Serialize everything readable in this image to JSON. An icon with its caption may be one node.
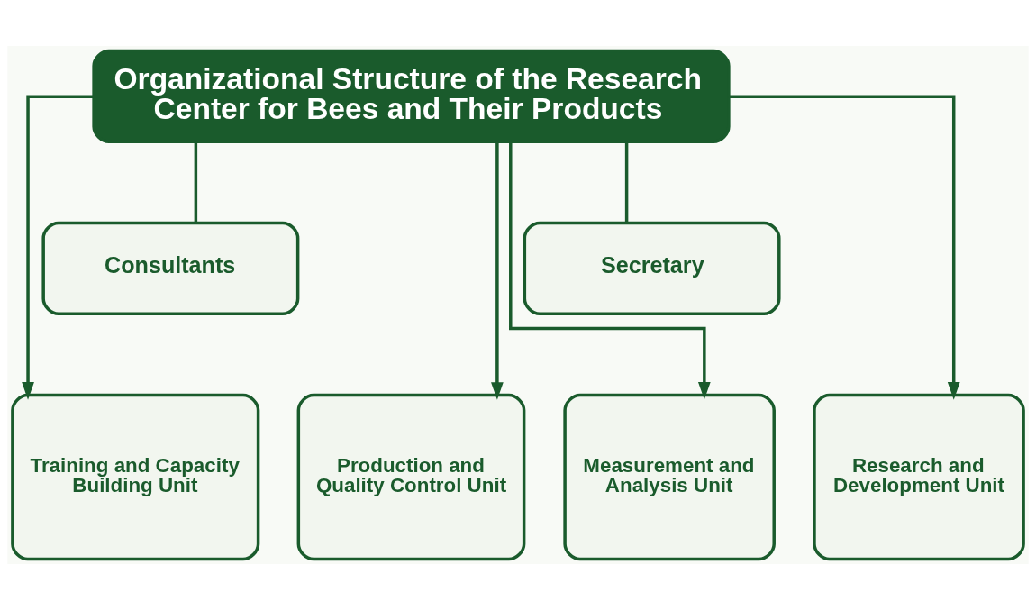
{
  "diagram": {
    "nodes": [
      {
        "text": [
          "Organizational Structure of the Research Center for Bees and Their Products"
        ]
      },
      {
        "text": [
          "Consultants"
        ]
      },
      {
        "text": [
          "Secretary"
        ]
      },
      {
        "text": [
          "Training and Capacity Building Unit"
        ]
      },
      {
        "text": [
          "Production and Quality Control Unit"
        ]
      },
      {
        "text": [
          "Measurement and Analysis Unit"
        ]
      },
      {
        "text": [
          "Research and Development Unit"
        ]
      }
    ],
    "edges": [
      {
        "from": 0,
        "to": 1,
        "arrow": "none"
      },
      {
        "from": 0,
        "to": 2,
        "arrow": "none"
      },
      {
        "from": 0,
        "to": 3,
        "arrow": "to"
      },
      {
        "from": 0,
        "to": 4,
        "arrow": "to"
      },
      {
        "from": 0,
        "to": 5,
        "arrow": "to"
      },
      {
        "from": 0,
        "to": 6,
        "arrow": "to"
      }
    ]
  }
}
